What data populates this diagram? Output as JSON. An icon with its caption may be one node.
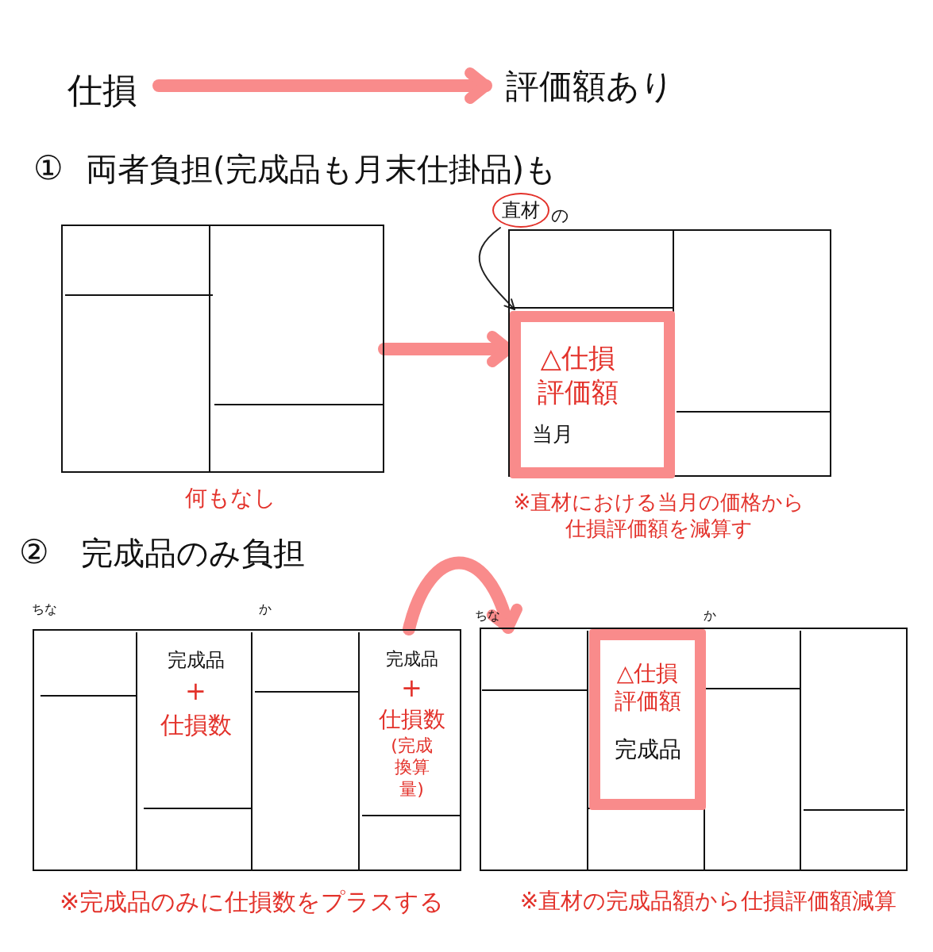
{
  "diagram": {
    "nodes": [
      {
        "text": [
          "仕損"
        ]
      },
      {
        "text": [
          "評価額あり"
        ]
      },
      {
        "text": [],
        "shape": "box",
        "beside": [
          "何もなし"
        ]
      },
      {
        "text": [],
        "shape": "box",
        "beside": [
          "※直材における当月の価格から仕損評価額を減算す"
        ]
      },
      {
        "text": [
          "△仕損評価額",
          "当月"
        ],
        "in": 3
      },
      {
        "text": [
          "直材"
        ],
        "beside": [
          "の"
        ]
      },
      {
        "text": [],
        "shape": "box",
        "beside": [
          "※完成品のみに仕損数をプラスする"
        ]
      },
      {
        "text": [
          "完成品",
          "+",
          "仕損数"
        ],
        "in": 6
      },
      {
        "text": [
          "完成品",
          "+",
          "仕損数",
          "(完成換算量)"
        ],
        "in": 6
      },
      {
        "text": [],
        "shape": "box",
        "beside": [
          "※直材の完成品額から仕損評価額減算"
        ]
      },
      {
        "text": [
          "△仕損評価額",
          "完成品"
        ],
        "in": 9
      }
    ],
    "edges": [
      {
        "from": 0,
        "to": 1,
        "arrow": "to"
      },
      {
        "from": 2,
        "to": 3,
        "arrow": "to"
      },
      {
        "from": 5,
        "to": 4,
        "arrow": "to",
        "color": "#222222"
      },
      {
        "from": 6,
        "to": 9,
        "arrow": "to"
      }
    ],
    "labels": [
      "①",
      "両者負担(完成品も月末仕掛品)も",
      "②",
      "完成品のみ負担",
      "ちな",
      "か",
      "ちな",
      "か"
    ]
  }
}
